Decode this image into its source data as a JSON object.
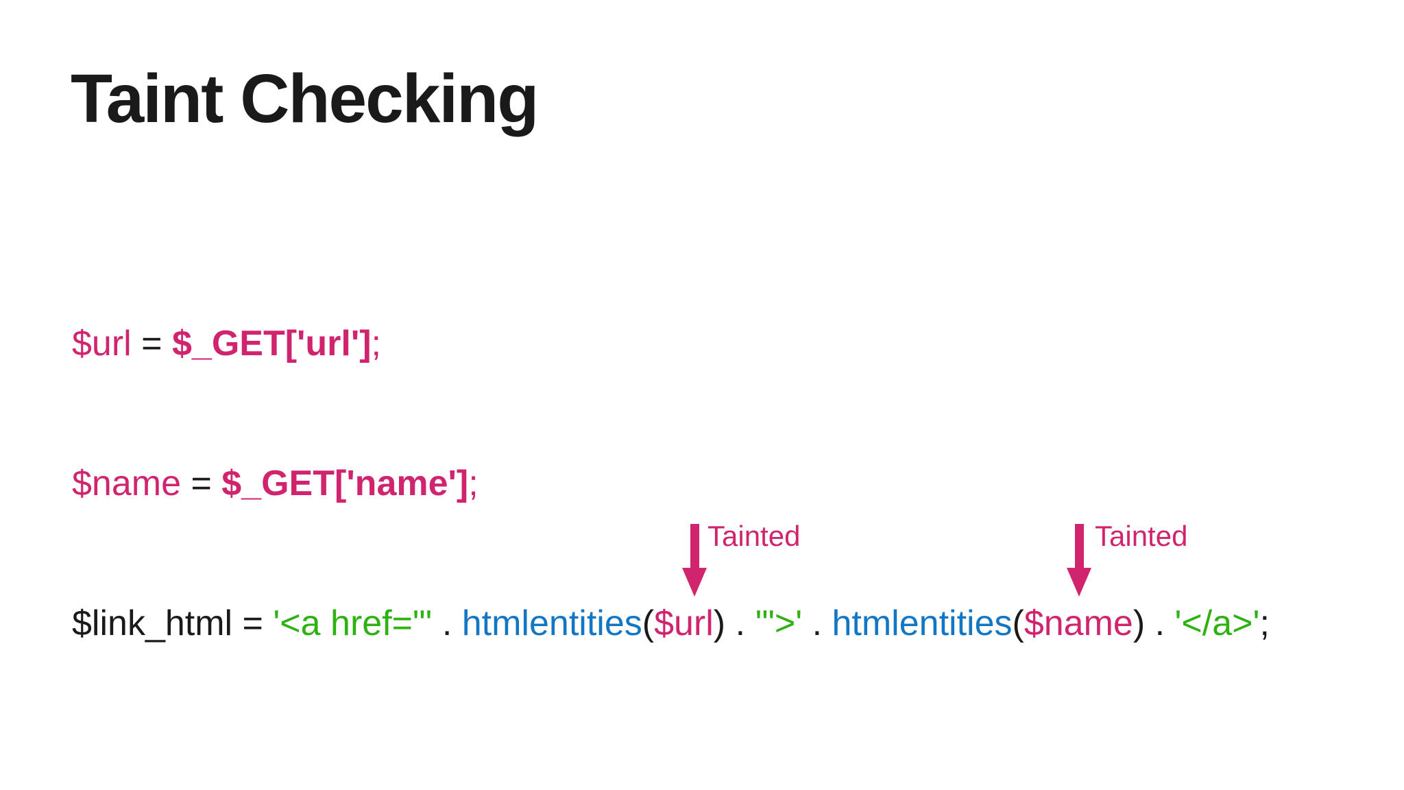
{
  "slide": {
    "title": "Taint Checking"
  },
  "colors": {
    "text": "#1a1a1a",
    "pink": "#d1246f",
    "green": "#2db211",
    "blue": "#1176c4",
    "background": "#ffffff"
  },
  "code_lines": [
    {
      "name": "url-assignment",
      "segments": [
        {
          "t": "$url",
          "c": "pink"
        },
        {
          "t": " = ",
          "c": "black"
        },
        {
          "t": "$_GET['url']",
          "c": "pinkb"
        },
        {
          "t": ";",
          "c": "pink"
        }
      ]
    },
    {
      "name": "name-assignment",
      "segments": [
        {
          "t": "$name",
          "c": "pink"
        },
        {
          "t": " = ",
          "c": "black"
        },
        {
          "t": "$_GET['name']",
          "c": "pinkb"
        },
        {
          "t": ";",
          "c": "pink"
        }
      ]
    },
    {
      "name": "link-html-assignment",
      "segments": [
        {
          "t": "$link_html = ",
          "c": "black"
        },
        {
          "t": "'<a href=\"'",
          "c": "green"
        },
        {
          "t": " . ",
          "c": "black"
        },
        {
          "t": "htmlentities",
          "c": "blue"
        },
        {
          "t": "(",
          "c": "black"
        },
        {
          "t": "$url",
          "c": "pink"
        },
        {
          "t": ")",
          "c": "black"
        },
        {
          "t": " . ",
          "c": "black"
        },
        {
          "t": "'\">'",
          "c": "green"
        },
        {
          "t": " . ",
          "c": "black"
        },
        {
          "t": "htmlentities",
          "c": "blue"
        },
        {
          "t": "(",
          "c": "black"
        },
        {
          "t": "$name",
          "c": "pink"
        },
        {
          "t": ")",
          "c": "black"
        },
        {
          "t": " . ",
          "c": "black"
        },
        {
          "t": "'</a>'",
          "c": "green"
        },
        {
          "t": ";",
          "c": "black"
        }
      ]
    }
  ],
  "annotations": [
    {
      "label": "Tainted",
      "target": "$url"
    },
    {
      "label": "Tainted",
      "target": "$name"
    }
  ]
}
